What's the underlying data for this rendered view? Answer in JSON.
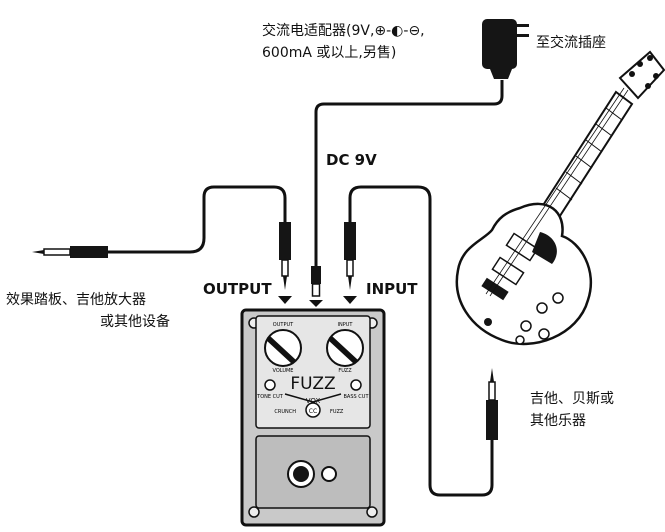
{
  "labels": {
    "adapter_line1": "交流电适配器(9V,⊕-◐-⊖,",
    "adapter_line2": "600mA 或以上,另售)",
    "ac_outlet": "至交流插座",
    "dc_jack": "DC 9V",
    "output_jack": "OUTPUT",
    "input_jack": "INPUT",
    "amp_line1": "效果踏板、吉他放大器",
    "amp_line2": "或其他设备",
    "instrument_line1": "吉他、贝斯或",
    "instrument_line2": "其他乐器"
  },
  "pedal": {
    "name": "FUZZ",
    "brand": "VOX",
    "knob_left_top": "OUTPUT",
    "knob_left_bottom": "VOLUME",
    "knob_right_top": "INPUT",
    "knob_right_bottom": "FUZZ",
    "switch_left": "TONE CUT",
    "switch_right": "BASS CUT",
    "mode_left": "CRUNCH",
    "mode_right": "FUZZ",
    "mode_badge": "CC"
  }
}
